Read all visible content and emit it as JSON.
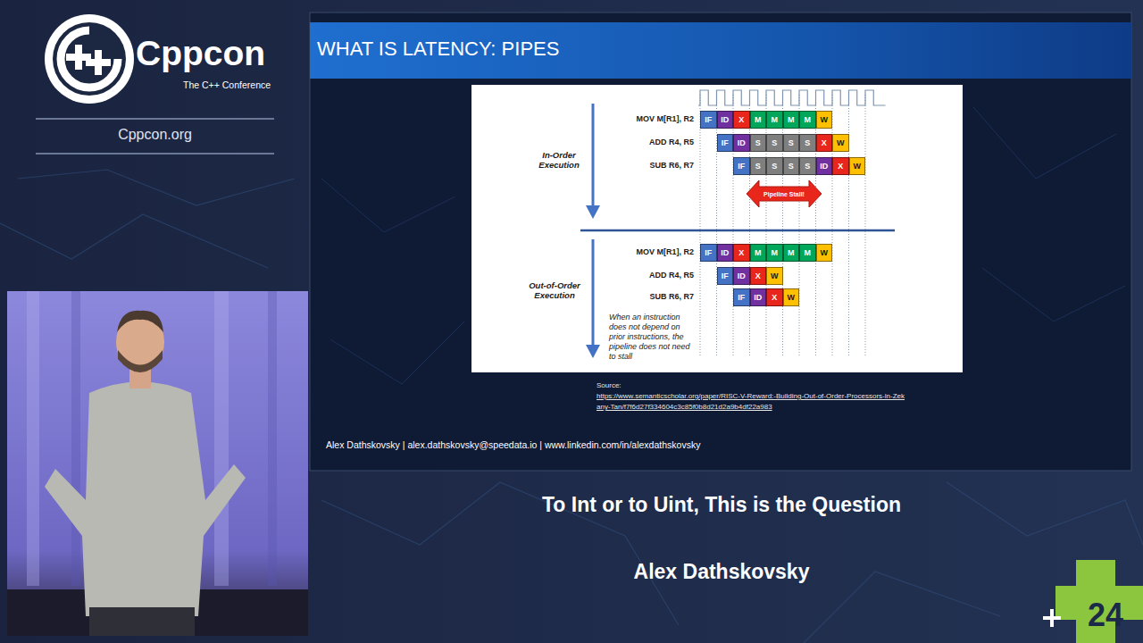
{
  "diagram": {
    "title": "WHAT IS LATENCY: PIPES",
    "nodes": [
      {
        "text": [
          "IF"
        ]
      },
      {
        "text": [
          "ID"
        ]
      },
      {
        "text": [
          "X"
        ]
      },
      {
        "text": [
          "M"
        ]
      },
      {
        "text": [
          "M"
        ]
      },
      {
        "text": [
          "M"
        ]
      },
      {
        "text": [
          "M"
        ]
      },
      {
        "text": [
          "W"
        ]
      },
      {
        "text": [
          "IF"
        ]
      },
      {
        "text": [
          "ID"
        ]
      },
      {
        "text": [
          "S"
        ]
      },
      {
        "text": [
          "S"
        ]
      },
      {
        "text": [
          "S"
        ]
      },
      {
        "text": [
          "S"
        ]
      },
      {
        "text": [
          "X"
        ]
      },
      {
        "text": [
          "W"
        ]
      },
      {
        "text": [
          "IF"
        ]
      },
      {
        "text": [
          "S"
        ]
      },
      {
        "text": [
          "S"
        ]
      },
      {
        "text": [
          "S"
        ]
      },
      {
        "text": [
          "S"
        ]
      },
      {
        "text": [
          "ID"
        ]
      },
      {
        "text": [
          "X"
        ]
      },
      {
        "text": [
          "W"
        ]
      },
      {
        "text": [
          "Pipeline Stall!"
        ]
      },
      {
        "text": [
          "IF"
        ]
      },
      {
        "text": [
          "ID"
        ]
      },
      {
        "text": [
          "X"
        ]
      },
      {
        "text": [
          "M"
        ]
      },
      {
        "text": [
          "M"
        ]
      },
      {
        "text": [
          "M"
        ]
      },
      {
        "text": [
          "M"
        ]
      },
      {
        "text": [
          "W"
        ]
      },
      {
        "text": [
          "IF"
        ]
      },
      {
        "text": [
          "ID"
        ]
      },
      {
        "text": [
          "X"
        ]
      },
      {
        "text": [
          "W"
        ]
      },
      {
        "text": [
          "IF"
        ]
      },
      {
        "text": [
          "ID"
        ]
      },
      {
        "text": [
          "X"
        ]
      },
      {
        "text": [
          "W"
        ]
      }
    ],
    "labels": [
      "Cppcon",
      "The C++ Conference",
      "Cppcon.org",
      "MOV M[R1], R2",
      "ADD R4, R5",
      "SUB R6, R7",
      "In-Order Execution",
      "MOV M[R1], R2",
      "ADD R4, R5",
      "SUB R6, R7",
      "Out-of-Order Execution",
      "When an instruction does not depend on prior instructions, the pipeline does not need to stall",
      "Source:",
      "https://www.semanticscholar.org/paper/RISC-V-Reward:-Building-Out-of-Order-Processors-in-Zek",
      "any-Tan/f7f6d27f334604c3c85f0b8d21d2a9b4df22a983",
      "Alex Dathskovsky | alex.dathskovsky@speedata.io | www.linkedin.com/in/alexdathskovsky",
      "To Int or to Uint, This is the Question",
      "Alex Dathskovsky",
      "24"
    ]
  }
}
